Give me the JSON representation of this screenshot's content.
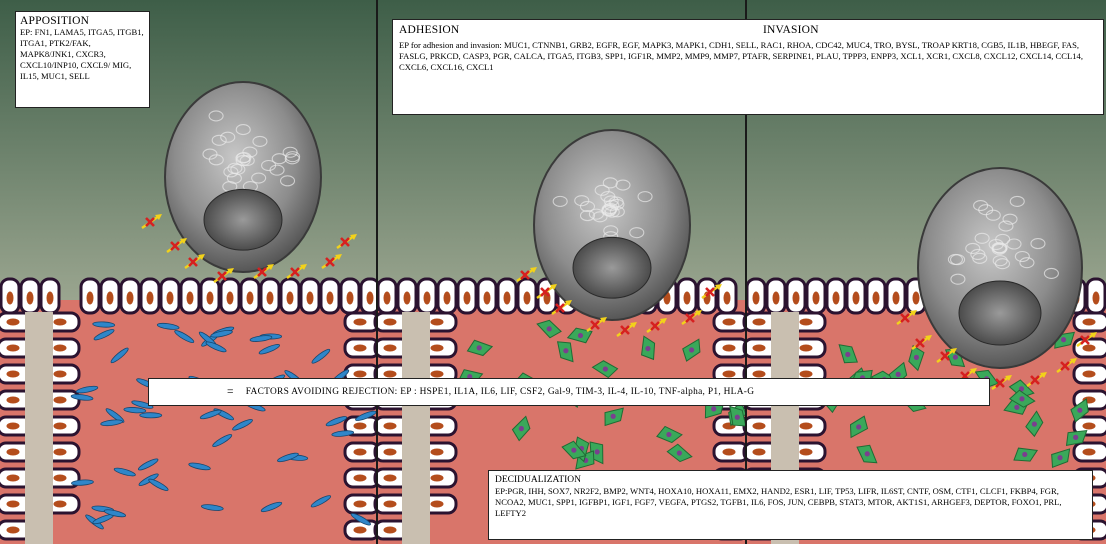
{
  "panels": {
    "apposition": {
      "title": "APPOSITION",
      "text": "EP: FN1, LAMA5, ITGA5, ITGB1, ITGA1, PTK2/FAK, MAPK8/JNK1, CXCR3, CXCL10/INP10, CXCL9/ MIG, IL15, MUC1, SELL"
    },
    "adhesion": {
      "title": "ADHESION"
    },
    "invasion": {
      "title": "INVASION"
    },
    "adhesion_invasion_text": "EP for adhesion and invasion: MUC1, CTNNB1, GRB2, EGFR, EGF, MAPK3, MAPK1, CDH1, SELL, RAC1, RHOA, CDC42, MUC4, TRO, BYSL, TROAP KRT18, CGB5, IL1B, HBEGF, FAS, FASLG, PRKCD, CASP3, PGR, CALCA, ITGA5, ITGB3, SPP1, IGF1R, MMP2, MMP9, MMP7, PTAFR, SERPINE1, PLAU, TPPP3, ENPP3, XCL1, XCR1, CXCL8, CXCL12, CXCL14, CCL14, CXCL6, CXCL16, CXCL1"
  },
  "factors": {
    "equals": "=",
    "text": "FACTORS AVOIDING REJECTION:  EP :  HSPE1,   IL1A,   IL6,   LIF,   CSF2,   Gal-9,   TIM-3,   IL-4,   IL-10,   TNF-alpha,   P1,   HLA-G"
  },
  "decidualization": {
    "title": "DECIDUALIZATION",
    "text": "EP:PGR, IHH, SOX7, NR2F2, BMP2, WNT4, HOXA10, HOXA11, EMX2, HAND2, ESR1, LIF, TP53, LIFR, IL6ST, CNTF, OSM, CTF1, CLCF1, FKBP4, FGR, NCOA2, MUC1, SPP1, IGFBP1, IGF1, FGF7, VEGFA, PTGS2, TGFB1, IL6, FOS, JUN, CEBPB, STAT3, MTOR, AKT1S1, ARHGEF3, DEPTOR, FOXO1, PRL, LEFTY2"
  },
  "colors": {
    "sky_top": "#3e5e48",
    "sky_bottom": "#d7d7c8",
    "stroma": "#d9756a",
    "epithelium_outline": "#2b1330",
    "nucleus": "#b44d1c",
    "stromal_cell_blue": "#2f86c9",
    "decidual_cell_green": "#3aa85a",
    "arrow_yellow": "#f2d21a",
    "cross_red": "#d62020",
    "divider": "#1a1a1a"
  }
}
